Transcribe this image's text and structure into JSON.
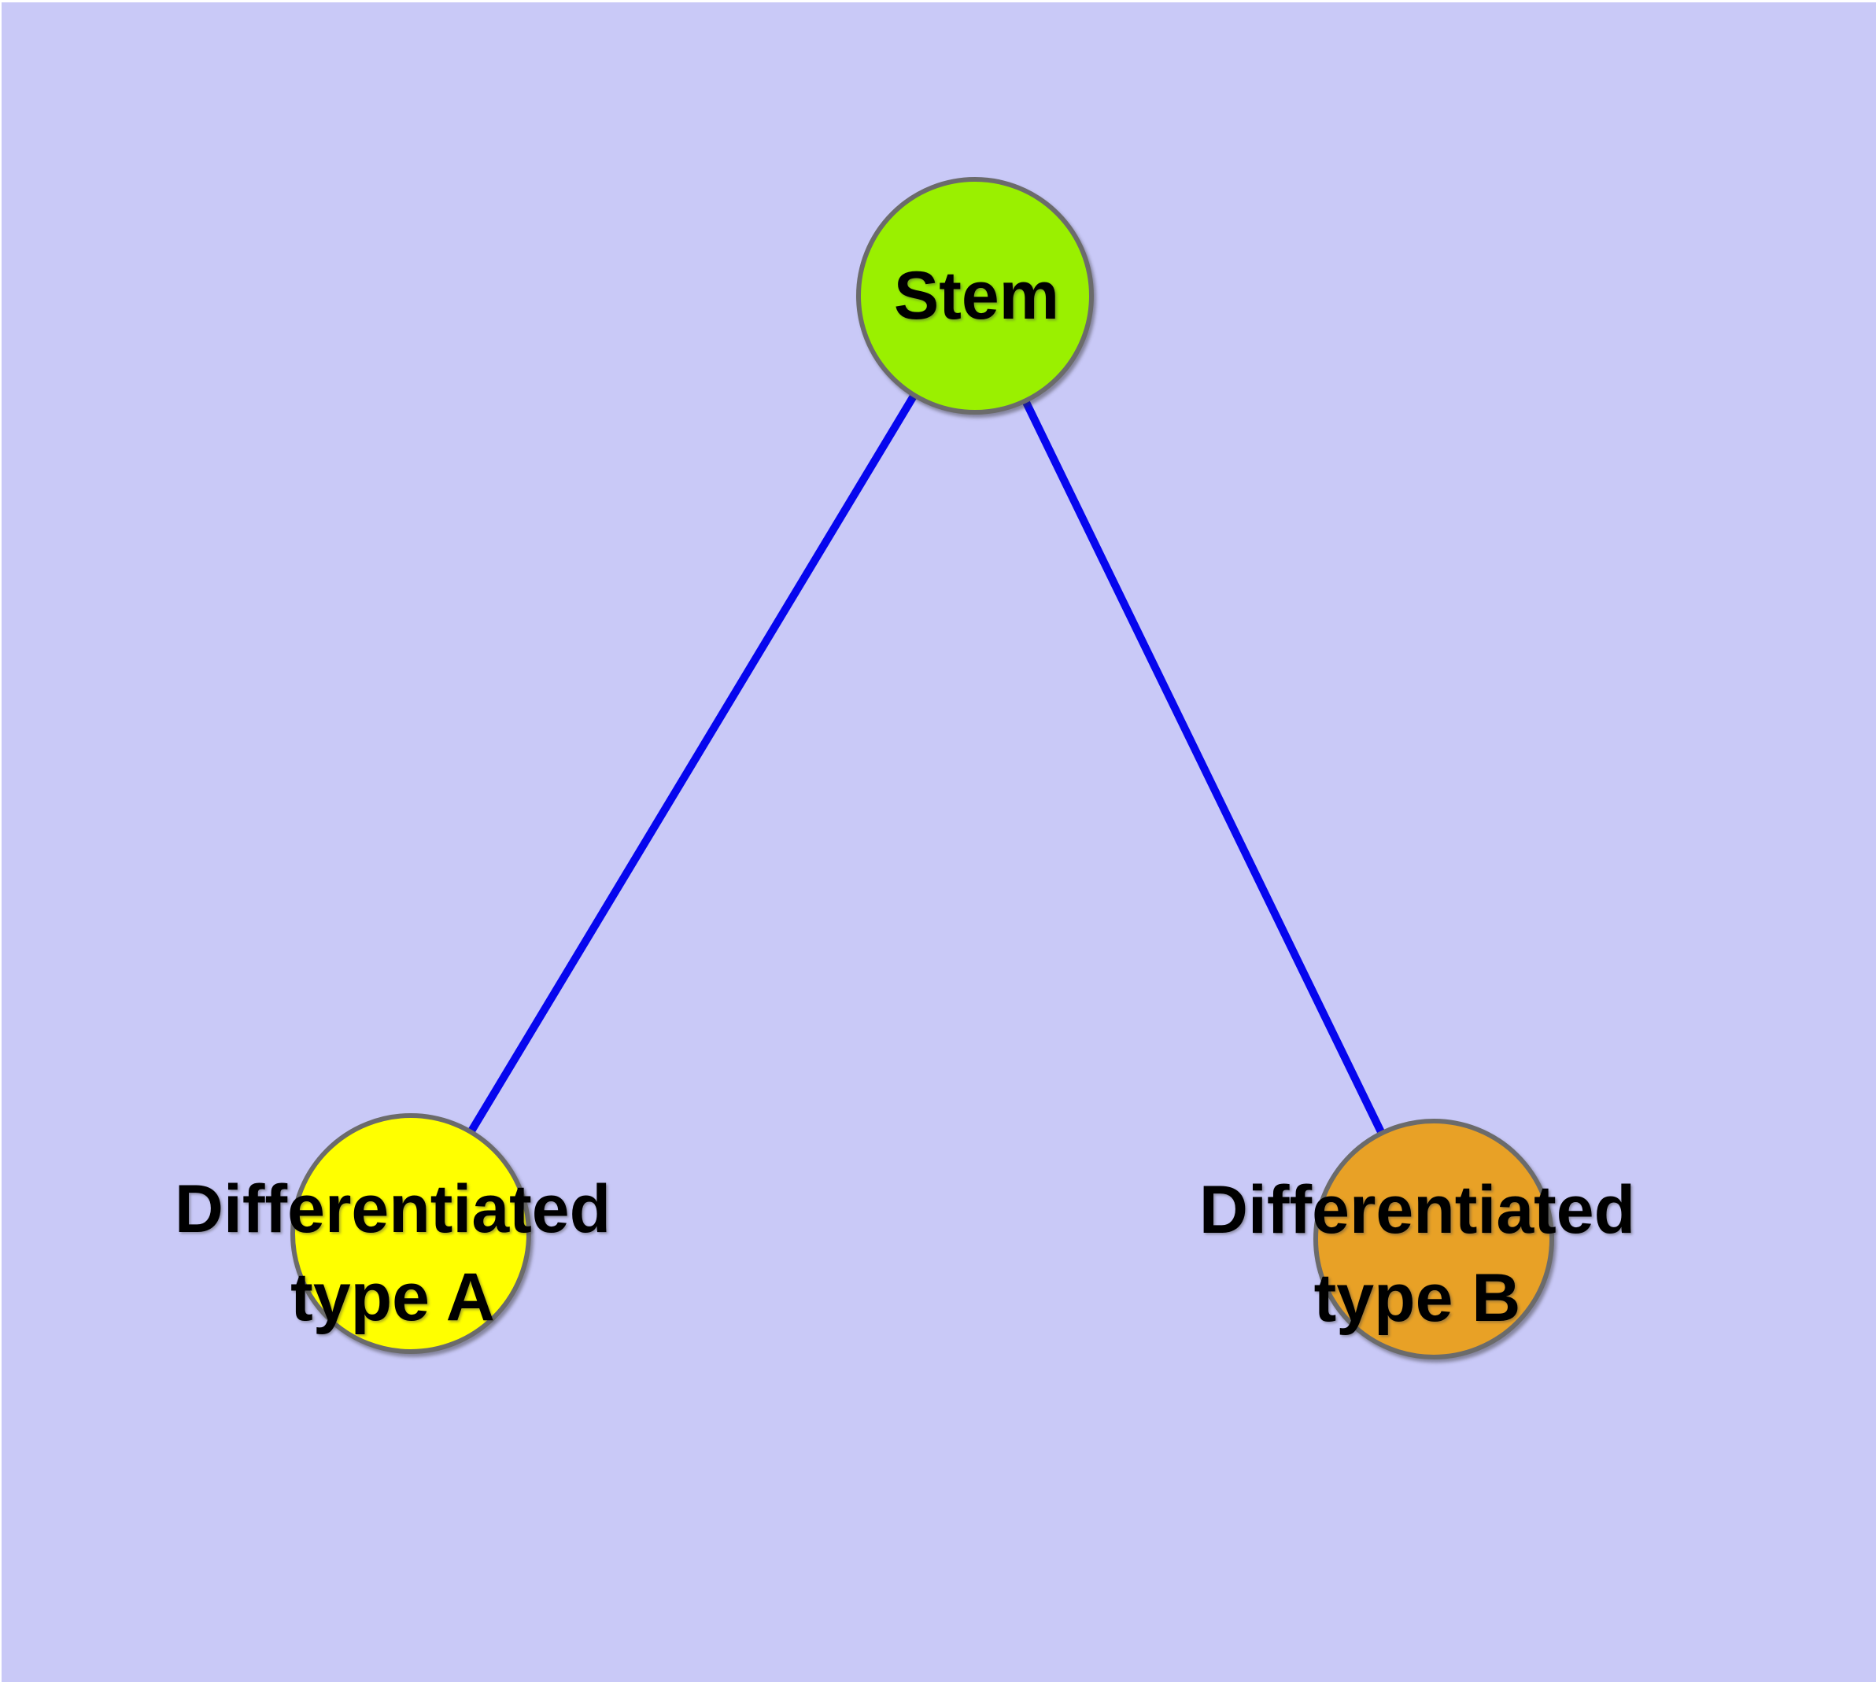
{
  "diagram": {
    "background_color": "#c9c9f7",
    "node_border_color": "#6b6b6b",
    "edge_color": "#0606ee",
    "text_color": "#000000",
    "nodes": [
      {
        "id": "stem",
        "label": "Stem",
        "fill": "#9af000"
      },
      {
        "id": "differentiated-type-a",
        "label_line1": "Differentiated",
        "label_line2": "type A",
        "fill": "#ffff00"
      },
      {
        "id": "differentiated-type-b",
        "label_line1": "Differentiated",
        "label_line2": "type B",
        "fill": "#e8a126"
      }
    ],
    "edges": [
      {
        "from": "Stem",
        "to": "Differentiated type A"
      },
      {
        "from": "Stem",
        "to": "Differentiated type B"
      }
    ]
  }
}
